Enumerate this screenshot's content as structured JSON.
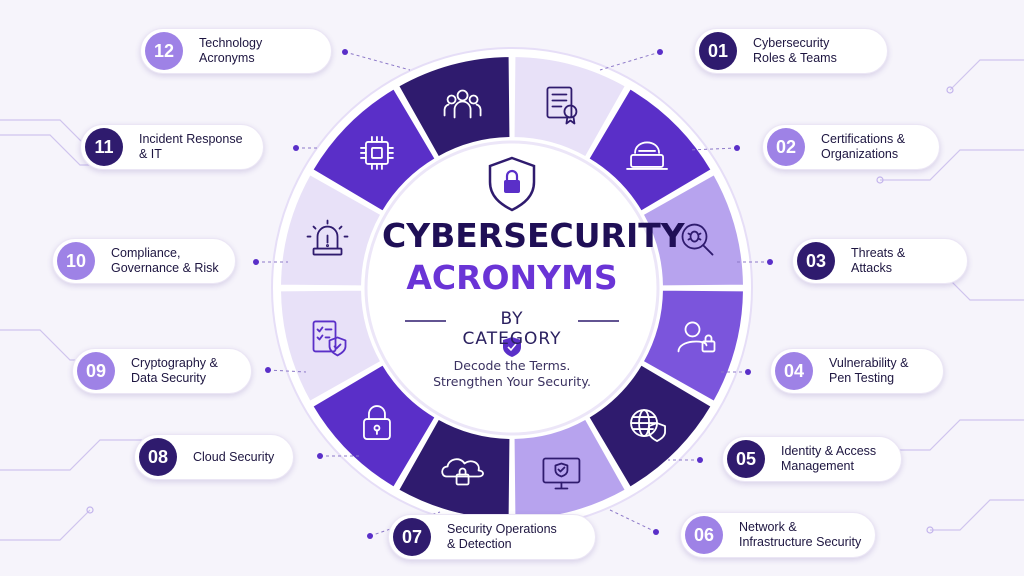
{
  "hub": {
    "title_line1": "CYBERSECURITY",
    "title_line2": "ACRONYMS",
    "subtitle": "BY CATEGORY",
    "tagline": "Decode the Terms.\nStrengthen Your Security."
  },
  "categories": [
    {
      "number": "01",
      "label": "Cybersecurity\nRoles & Teams",
      "icon": "team-icon",
      "style": "dark"
    },
    {
      "number": "02",
      "label": "Certifications &\nOrganizations",
      "icon": "certificate-icon",
      "style": "light"
    },
    {
      "number": "03",
      "label": "Threats &\nAttacks",
      "icon": "hacker-icon",
      "style": "dark"
    },
    {
      "number": "04",
      "label": "Vulnerability &\nPen Testing",
      "icon": "bug-search-icon",
      "style": "light"
    },
    {
      "number": "05",
      "label": "Identity & Access\nManagement",
      "icon": "user-lock-icon",
      "style": "dark"
    },
    {
      "number": "06",
      "label": "Network &\nInfrastructure Security",
      "icon": "globe-shield-icon",
      "style": "light"
    },
    {
      "number": "07",
      "label": "Security Operations\n& Detection",
      "icon": "monitor-shield-icon",
      "style": "dark"
    },
    {
      "number": "08",
      "label": "Cloud Security",
      "icon": "cloud-lock-icon",
      "style": "dark"
    },
    {
      "number": "09",
      "label": "Cryptography &\nData Security",
      "icon": "padlock-icon",
      "style": "light"
    },
    {
      "number": "10",
      "label": "Compliance,\nGovernance & Risk",
      "icon": "checklist-shield-icon",
      "style": "light"
    },
    {
      "number": "11",
      "label": "Incident Response\n& IT",
      "icon": "alarm-icon",
      "style": "dark"
    },
    {
      "number": "12",
      "label": "Technology\nAcronyms",
      "icon": "chip-icon",
      "style": "light"
    }
  ],
  "colors": {
    "dark": "#2f1b6e",
    "deep": "#5a2fc8",
    "mid": "#7b55dc",
    "light": "#b7a3ee",
    "pale": "#e8e1f8",
    "accent": "#6a34d6"
  }
}
